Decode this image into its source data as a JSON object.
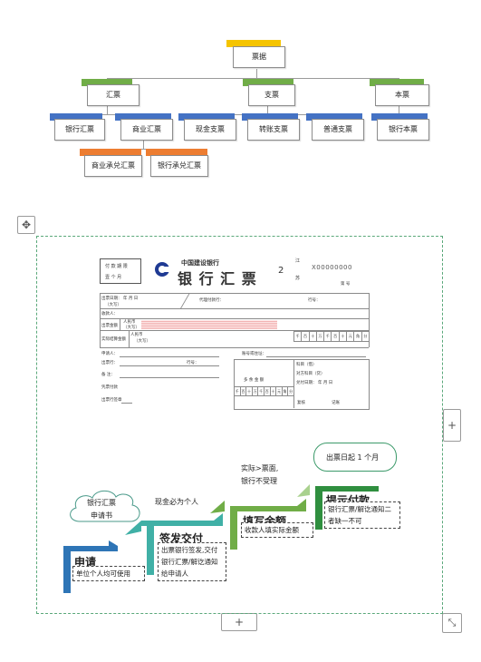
{
  "org_chart": {
    "root": "票据",
    "level1": [
      "汇票",
      "支票",
      "本票"
    ],
    "huipiao_children": [
      "银行汇票",
      "商业汇票"
    ],
    "zhipiao_children": [
      "现金支票",
      "转账支票",
      "普通支票"
    ],
    "benpiao_children": [
      "银行本票"
    ],
    "shangye_children": [
      "商业承兑汇票",
      "银行承兑汇票"
    ],
    "colors": {
      "root": "#f5c400",
      "level": "#70ad47",
      "leaf": "#4472c4",
      "sub": "#ed7d31"
    }
  },
  "cheque": {
    "date_box": [
      "付 款 期 限",
      "壹  个  月"
    ],
    "bank_name": "中国建设银行",
    "title": "银 行 汇 票",
    "page_no": "2",
    "side_chars": [
      "江",
      "苏"
    ],
    "serial": "X00000000",
    "number_label": "第         号",
    "issue_date": "出票日期：   年   月   日",
    "issue_date_cap": "（大写）",
    "payee_bank": "代理付款行：",
    "row_no": "行号：",
    "payee": "收款人：",
    "amount_label": "出票金额",
    "rmb": "人民币",
    "rmb_cap": "（大写）",
    "settle_label": "实际结算金额",
    "digits": [
      "千",
      "百",
      "十",
      "万",
      "千",
      "百",
      "十",
      "元",
      "角",
      "分"
    ],
    "applicant": "申请人：",
    "issuing_bank": "出票行：",
    "bank_row_no": "行号：",
    "remark": "备  注：",
    "voucher": "凭票付款",
    "sign": "出票行签章",
    "account_no": "账号或住址：",
    "subject_debit": "科目（借）",
    "subject_credit": "对方科目（贷）",
    "pay_date": "兑付日期：     年   月   日",
    "balance": "多  余  金  额",
    "review": "复核",
    "keep": "记账"
  },
  "process": {
    "cloud": "银行汇票\n申请书",
    "note_personal": "现金必为个人",
    "note_actual": "实际>票面,\n银行不受理",
    "bubble": "出票日起 1 个月",
    "step1_title": "申请",
    "step1_note": "单位个人均可使用",
    "step2_title": "签发交付",
    "step2_note": "出票银行签发,交付银行汇票/解讫通知给申请人",
    "step3_title": "填写金额",
    "step3_note": "收款人填实际金额",
    "step4_title": "提示付款",
    "step4_note": "银行汇票/解讫通知二者缺一不可",
    "colors": {
      "blue": "#2e75b6",
      "teal": "#40b0a6",
      "green": "#70ad47",
      "lightgreen": "#a9d18e"
    }
  },
  "handles": {
    "move": "✥",
    "plus_right": "+",
    "plus_bottom": "+",
    "resize": "⤡"
  }
}
